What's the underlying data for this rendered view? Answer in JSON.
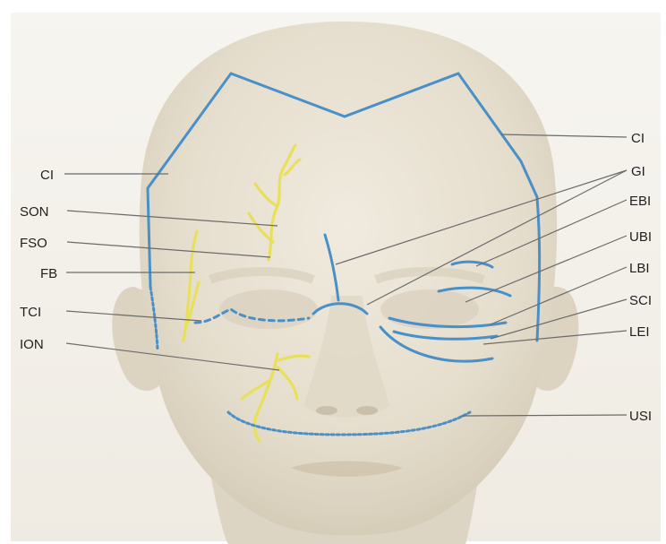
{
  "labels": {
    "ci_left": "CI",
    "son": "SON",
    "fso": "FSO",
    "fb": "FB",
    "tci": "TCI",
    "ion": "ION",
    "ci_right": "CI",
    "gi": "GI",
    "ebi": "EBI",
    "ubi": "UBI",
    "lbi": "LBI",
    "sci": "SCI",
    "lei": "LEI",
    "usi": "USI"
  },
  "colors": {
    "incision": "#4a90c8",
    "nerve": "#e8e05a",
    "skin": "#e8e1d1",
    "background": "#ffffff"
  }
}
